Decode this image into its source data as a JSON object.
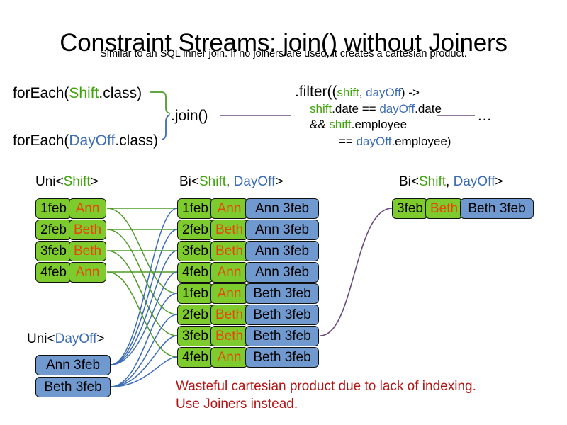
{
  "header": {
    "title": "Constraint Streams: join() without Joiners",
    "subtitle": "Similar to an SQL inner join. If no joiners are used, it creates a cartesian product."
  },
  "code": {
    "foreach_shift": {
      "prefix": "forEach(",
      "type": "Shift",
      "suffix": ".class)"
    },
    "foreach_dayoff": {
      "prefix": "forEach(",
      "type": "DayOff",
      "suffix": ".class)"
    },
    "join_call": ".join()",
    "ellipsis": "…",
    "filter": {
      "line1_prefix": ".filter((",
      "line1_param1": "shift",
      "line1_comma": ", ",
      "line1_param2": "dayOff",
      "line1_suffix": ") ->",
      "line2_a": "shift",
      "line2_b": ".date == ",
      "line2_c": "dayOff",
      "line2_d": ".date",
      "line3_a": "&& ",
      "line3_b": "shift",
      "line3_c": ".employee",
      "line4_a": "== ",
      "line4_b": "dayOff",
      "line4_c": ".employee)"
    }
  },
  "streams": {
    "uni_shift": {
      "label_prefix": "Uni<",
      "label_type": "Shift",
      "label_suffix": ">",
      "rows": [
        {
          "date": "1feb",
          "name": "Ann"
        },
        {
          "date": "2feb",
          "name": "Beth"
        },
        {
          "date": "3feb",
          "name": "Beth"
        },
        {
          "date": "4feb",
          "name": "Ann"
        }
      ]
    },
    "uni_dayoff": {
      "label_prefix": "Uni<",
      "label_type": "DayOff",
      "label_suffix": ">",
      "rows": [
        {
          "value": "Ann 3feb"
        },
        {
          "value": "Beth 3feb"
        }
      ]
    },
    "bi_cartesian": {
      "label_prefix": "Bi<",
      "label_type1": "Shift",
      "label_comma": ", ",
      "label_type2": "DayOff",
      "label_suffix": ">",
      "rows": [
        {
          "date": "1feb",
          "name": "Ann",
          "dayoff": "Ann 3feb"
        },
        {
          "date": "2feb",
          "name": "Beth",
          "dayoff": "Ann 3feb"
        },
        {
          "date": "3feb",
          "name": "Beth",
          "dayoff": "Ann 3feb"
        },
        {
          "date": "4feb",
          "name": "Ann",
          "dayoff": "Ann 3feb"
        },
        {
          "date": "1feb",
          "name": "Ann",
          "dayoff": "Beth 3feb"
        },
        {
          "date": "2feb",
          "name": "Beth",
          "dayoff": "Beth 3feb"
        },
        {
          "date": "3feb",
          "name": "Beth",
          "dayoff": "Beth 3feb"
        },
        {
          "date": "4feb",
          "name": "Ann",
          "dayoff": "Beth 3feb"
        }
      ]
    },
    "bi_filtered": {
      "label_prefix": "Bi<",
      "label_type1": "Shift",
      "label_comma": ", ",
      "label_type2": "DayOff",
      "label_suffix": ">",
      "rows": [
        {
          "date": "3feb",
          "name": "Beth",
          "dayoff": "Beth 3feb"
        }
      ]
    }
  },
  "warning": {
    "line1": "Wasteful cartesian product due to lack of indexing.",
    "line2": "Use Joiners instead."
  },
  "colors": {
    "shift_green": "#7dcb2c",
    "dayoff_blue": "#7099cf",
    "name_orange": "#e8450d",
    "shift_token": "#3fa40b",
    "dayoff_token": "#3b6cb5",
    "warning_red": "#b31515",
    "wire_green": "#4f9b27",
    "wire_blue": "#3b6cb5",
    "wire_purple": "#6d4a7d"
  }
}
